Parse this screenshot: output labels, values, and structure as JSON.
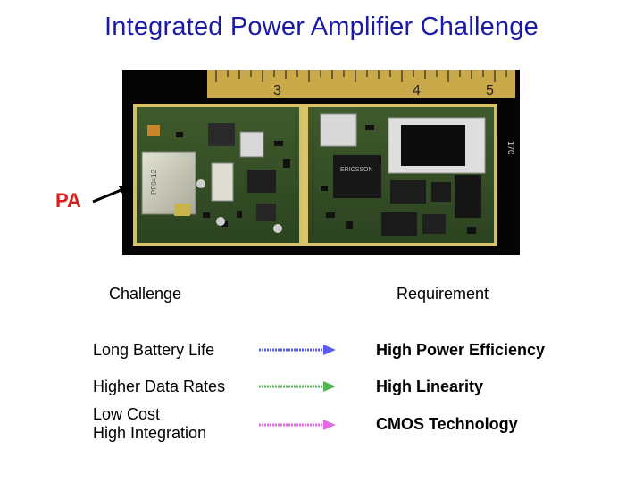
{
  "title": "Integrated Power Amplifier Challenge",
  "photo": {
    "pa_label": "PA",
    "ruler_numbers": [
      "3",
      "4",
      "5"
    ],
    "ruler_side_text": "170",
    "chip_text": "ERICSSON"
  },
  "columns": {
    "challenge_header": "Challenge",
    "requirement_header": "Requirement"
  },
  "rows": [
    {
      "challenge_lines": [
        "Long Battery Life"
      ],
      "requirement": "High Power Efficiency",
      "arrow_color": "#5a5aee"
    },
    {
      "challenge_lines": [
        "Higher Data Rates"
      ],
      "requirement": "High Linearity",
      "arrow_color": "#55b555"
    },
    {
      "challenge_lines": [
        "Low Cost",
        "High Integration"
      ],
      "requirement": "CMOS Technology",
      "arrow_color": "#e46ae4"
    }
  ],
  "colors": {
    "title": "#1a1aa6",
    "pa_label": "#dd1c1c"
  }
}
